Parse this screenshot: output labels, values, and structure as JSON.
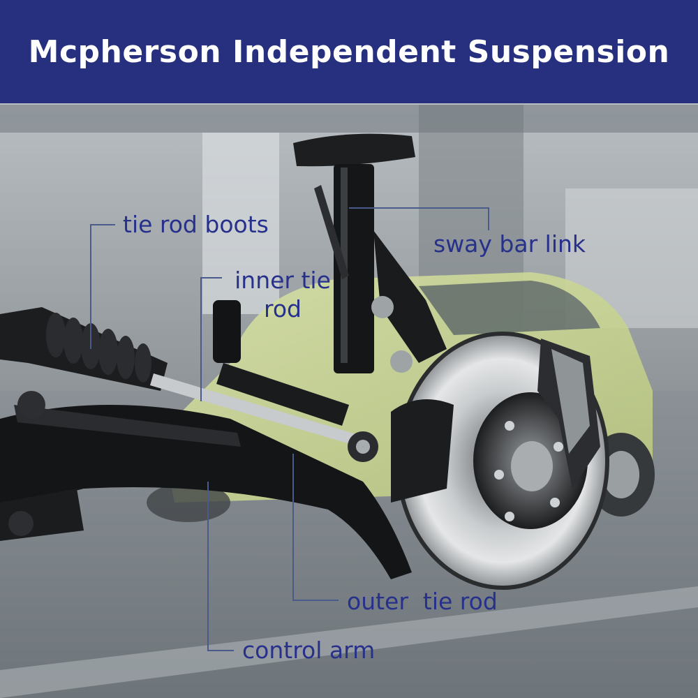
{
  "header": {
    "title": "Mcpherson Independent Suspension"
  },
  "labels": {
    "tie_rod_boots": "tie rod boots",
    "sway_bar_link": "sway bar link",
    "inner_tie_rod_line1": "inner tie",
    "inner_tie_rod_line2": "rod",
    "outer_tie_rod": "outer  tie rod",
    "control_arm": "control arm"
  },
  "colors": {
    "banner": "#26307e",
    "label_text": "#27308a",
    "callout_line": "#4a5a8a"
  }
}
